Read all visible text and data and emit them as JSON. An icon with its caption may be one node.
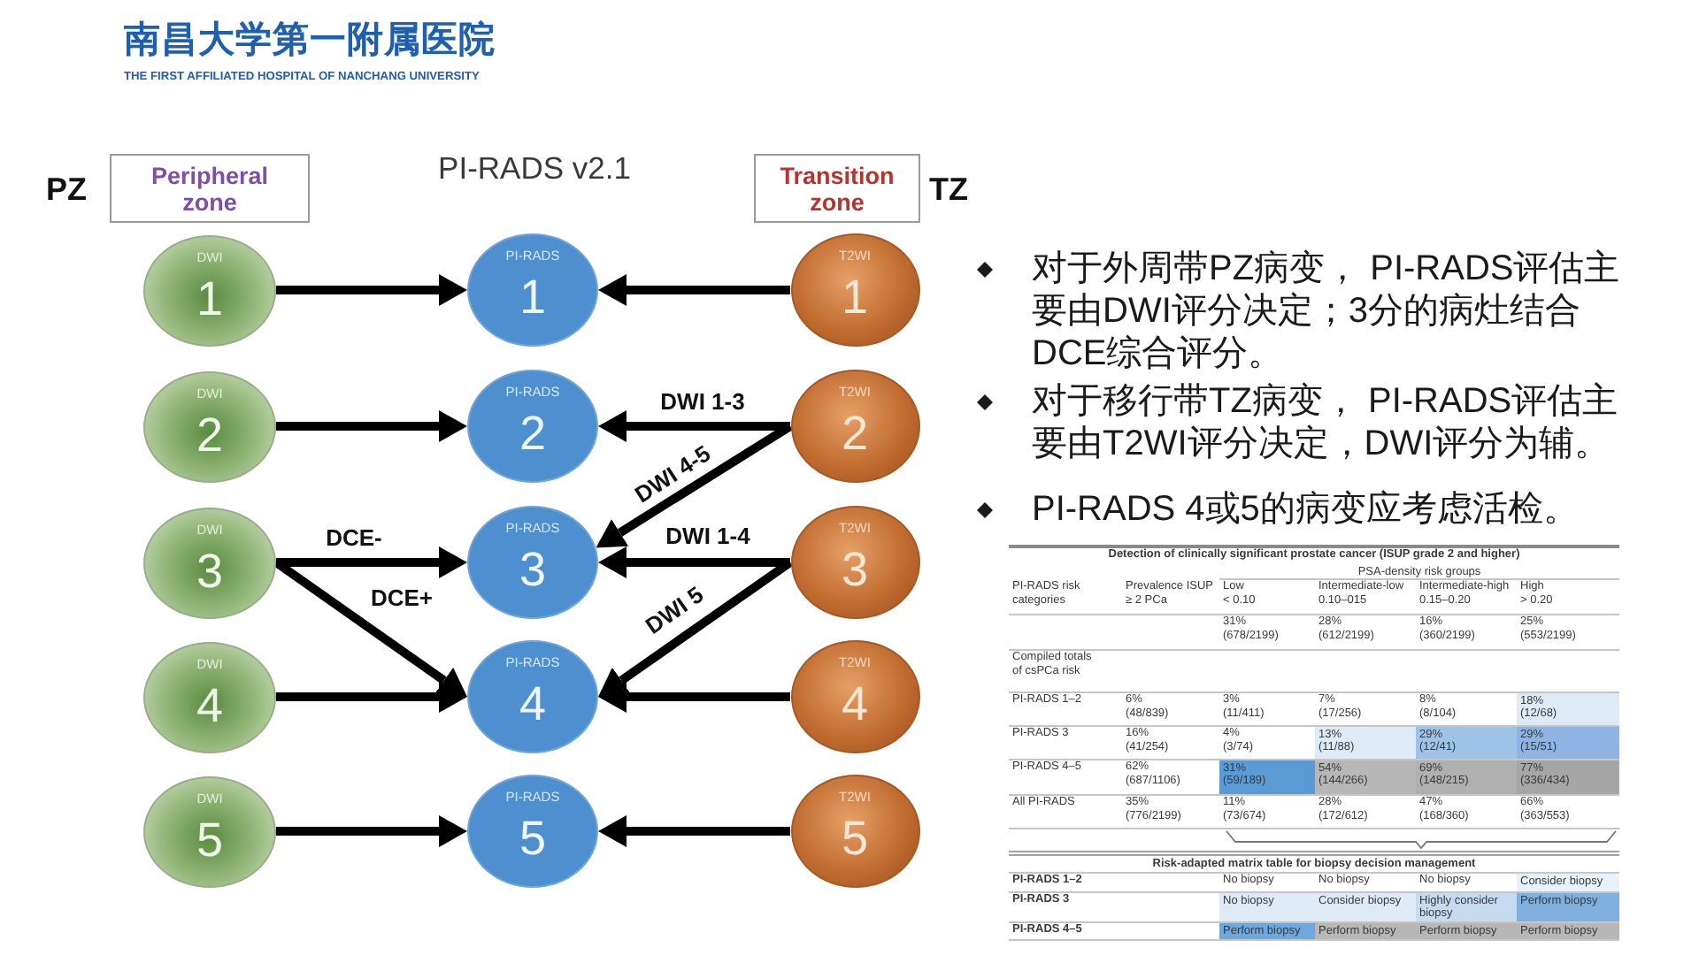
{
  "diagram": {
    "title": "PI-RADS v2.1",
    "nodes": [
      {
        "text": [
          "Peripheral zone"
        ],
        "beside": [
          "PZ"
        ]
      },
      {
        "text": [
          "Transition zone"
        ],
        "beside": [
          "TZ"
        ]
      },
      {
        "text": [
          "DWI",
          "1"
        ]
      },
      {
        "text": [
          "PI-RADS",
          "1"
        ]
      },
      {
        "text": [
          "T2WI",
          "1"
        ]
      },
      {
        "text": [
          "DWI",
          "2"
        ]
      },
      {
        "text": [
          "PI-RADS",
          "2"
        ]
      },
      {
        "text": [
          "T2WI",
          "2"
        ]
      },
      {
        "text": [
          "DWI",
          "3"
        ]
      },
      {
        "text": [
          "PI-RADS",
          "3"
        ]
      },
      {
        "text": [
          "T2WI",
          "3"
        ]
      },
      {
        "text": [
          "DWI",
          "4"
        ]
      },
      {
        "text": [
          "PI-RADS",
          "4"
        ]
      },
      {
        "text": [
          "T2WI",
          "4"
        ]
      },
      {
        "text": [
          "DWI",
          "5"
        ]
      },
      {
        "text": [
          "PI-RADS",
          "5"
        ]
      },
      {
        "text": [
          "T2WI",
          "5"
        ]
      }
    ],
    "edges": [
      {
        "from": 2,
        "to": 3,
        "arrow": "to"
      },
      {
        "from": 4,
        "to": 3,
        "arrow": "to"
      },
      {
        "from": 5,
        "to": 6,
        "arrow": "to"
      },
      {
        "from": 7,
        "to": 6,
        "arrow": "to",
        "label": "DWI 1-3"
      },
      {
        "from": 7,
        "to": 9,
        "arrow": "to",
        "label": "DWI 4-5"
      },
      {
        "from": 8,
        "to": 9,
        "arrow": "to",
        "label": "DCE-"
      },
      {
        "from": 8,
        "to": 12,
        "arrow": "to",
        "label": "DCE+"
      },
      {
        "from": 10,
        "to": 9,
        "arrow": "to",
        "label": "DWI 1-4"
      },
      {
        "from": 10,
        "to": 12,
        "arrow": "to",
        "label": "DWI 5"
      },
      {
        "from": 11,
        "to": 12,
        "arrow": "to"
      },
      {
        "from": 13,
        "to": 12,
        "arrow": "to"
      },
      {
        "from": 14,
        "to": 15,
        "arrow": "to"
      },
      {
        "from": 16,
        "to": 15,
        "arrow": "to"
      }
    ],
    "labels": [
      "南昌大学第一附属医院",
      "THE FIRST AFFILIATED HOSPITAL OF NANCHANG UNIVERSITY",
      "对于外周带PZ病变， PI-RADS评估主要由DWI评分决定；3分的病灶结合DCE综合评分。",
      "对于移行带TZ病变， PI-RADS评估主要由T2WI评分决定，DWI评分为辅。",
      "PI-RADS 4或5的病变应考虑活检。",
      "Detection of clinically significant prostate cancer (ISUP grade 2 and higher)",
      "PSA-density risk groups",
      "PI-RADS risk categories",
      "Prevalence ISUP ≥ 2 PCa",
      "Low < 0.10",
      "Intermediate-low 0.10–015",
      "Intermediate-high 0.15–0.20",
      "High > 0.20",
      "31% (678/2199)",
      "28% (612/2199)",
      "16% (360/2199)",
      "25% (553/2199)",
      "Compiled totals of csPCa risk",
      "PI-RADS 1–2",
      "6% (48/839)",
      "3% (11/411)",
      "7% (17/256)",
      "8% (8/104)",
      "18% (12/68)",
      "PI-RADS 3",
      "16% (41/254)",
      "4% (3/74)",
      "13% (11/88)",
      "29% (12/41)",
      "29% (15/51)",
      "PI-RADS 4–5",
      "62% (687/1106)",
      "31% (59/189)",
      "54% (144/266)",
      "69% (148/215)",
      "77% (336/434)",
      "All PI-RADS",
      "35% (776/2199)",
      "11% (73/674)",
      "28% (172/612)",
      "47% (168/360)",
      "66% (363/553)",
      "Risk-adapted matrix table for biopsy decision management",
      "PI-RADS 1–2",
      "No biopsy",
      "No biopsy",
      "No biopsy",
      "Consider biopsy",
      "PI-RADS 3",
      "No biopsy",
      "Consider biopsy",
      "Highly consider biopsy",
      "Perform biopsy",
      "PI-RADS 4–5",
      "Perform biopsy",
      "Perform biopsy",
      "Perform biopsy",
      "Perform biopsy"
    ]
  }
}
